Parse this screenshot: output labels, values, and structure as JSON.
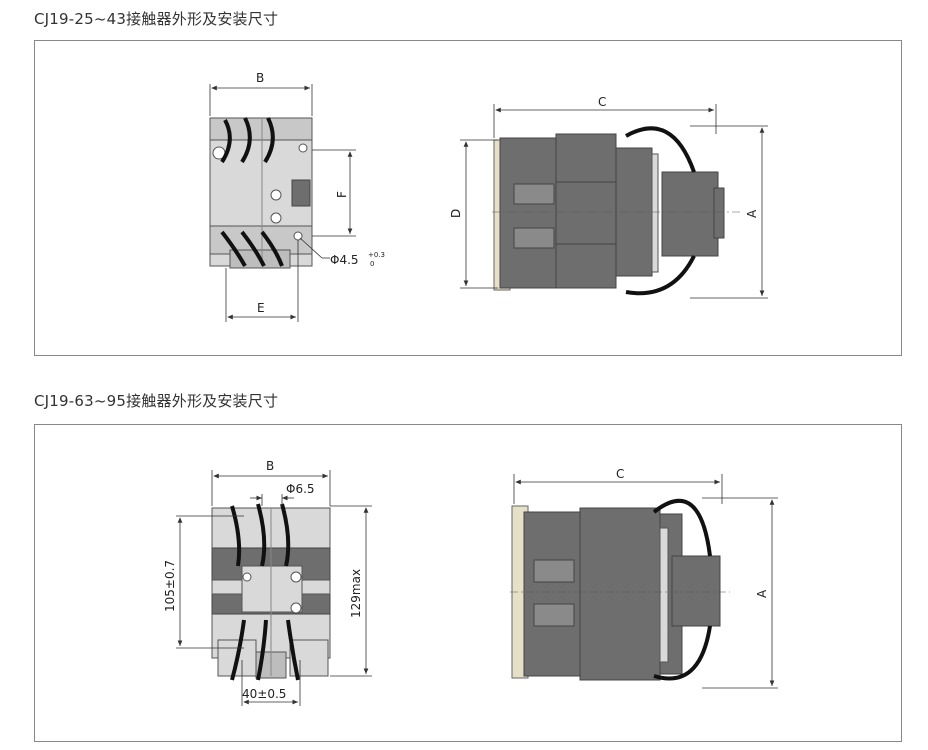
{
  "section1": {
    "title": "CJ19-25~43接触器外形及安装尺寸",
    "labels": {
      "B": "B",
      "E": "E",
      "F": "F",
      "hole": "Φ4.5",
      "hole_tol_upper": "+0.3",
      "hole_tol_lower": "0",
      "C": "C",
      "D": "D",
      "A": "A"
    }
  },
  "section2": {
    "title": "CJ19-63~95接触器外形及安装尺寸",
    "labels": {
      "B": "B",
      "hole": "Φ6.5",
      "height1": "105±0.7",
      "height2": "129max",
      "width": "40±0.5",
      "C": "C",
      "A": "A"
    }
  },
  "colors": {
    "body_gray": "#6e6e6e",
    "body_light": "#d9d9d9",
    "rail": "#e6e0c8",
    "wire": "#111111",
    "line": "#333333",
    "frame_border": "#888888"
  }
}
